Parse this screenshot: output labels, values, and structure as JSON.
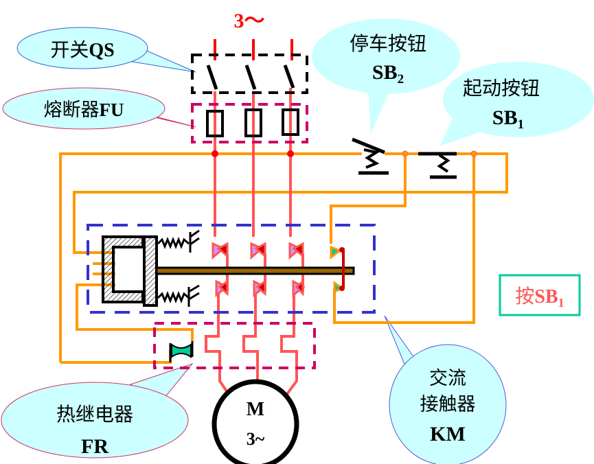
{
  "supply_label": "3～",
  "labels": {
    "qs": {
      "text": "开关",
      "code": "QS"
    },
    "fu": {
      "text": "熔断器",
      "code": "FU"
    },
    "sb2": {
      "text": "停车按钮",
      "code": "SB",
      "sub": "2"
    },
    "sb1": {
      "text": "起动按钮",
      "code": "SB",
      "sub": "1"
    },
    "fr": {
      "text": "热继电器",
      "code": "FR"
    },
    "km": {
      "line1": "交流",
      "line2": "接触器",
      "code": "KM"
    },
    "press": {
      "text": "按",
      "code": "SB",
      "sub": "1"
    }
  },
  "motor": {
    "letter": "M",
    "phase": "3~"
  },
  "colors": {
    "main_circuit": "#ff5555",
    "control_circuit": "#ff9900",
    "km_box": "#3333cc",
    "fu_fr_box": "#cc0066",
    "callout_fill": "#ccffff",
    "press_box": "#00cc99"
  }
}
